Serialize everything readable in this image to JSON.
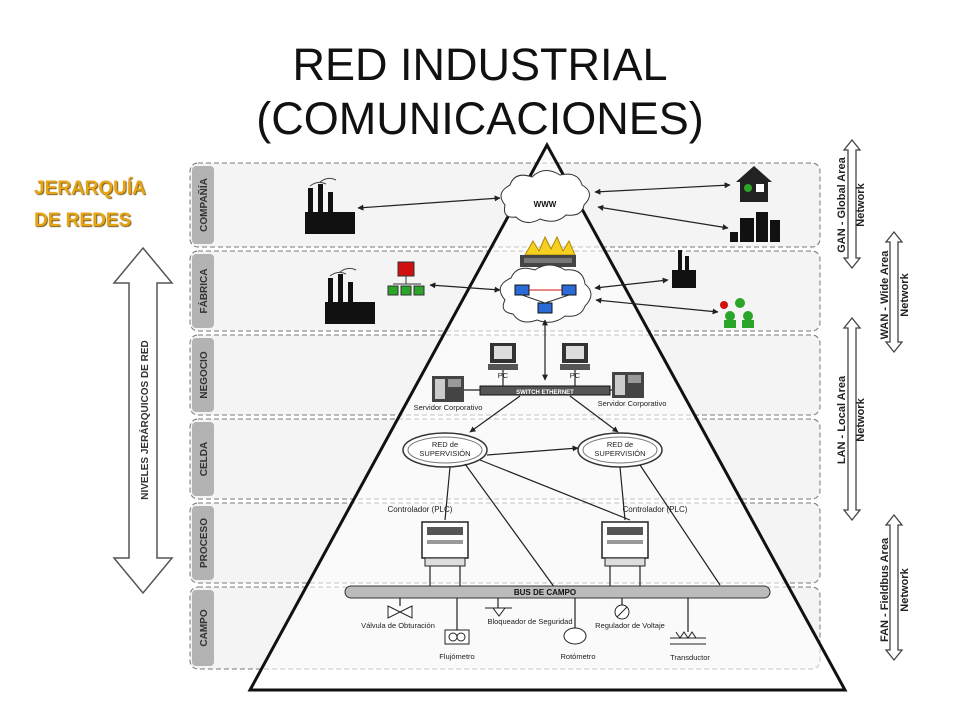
{
  "title": {
    "line1": "RED INDUSTRIAL",
    "line2": "(COMUNICACIONES)"
  },
  "side_label": {
    "line1": "JERARQUÍA",
    "line2": "DE REDES"
  },
  "vertical_axis_label": "NIVELES JERÁRQUICOS DE RED",
  "levels": [
    "COMPAÑÍA",
    "FÁBRICA",
    "NEGOCIO",
    "CELDA",
    "PROCESO",
    "CAMPO"
  ],
  "networks": {
    "gan": {
      "line1": "GAN - Global Area",
      "line2": "Network"
    },
    "wan": {
      "line1": "WAN - Wide Area",
      "line2": "Network"
    },
    "lan": {
      "line1": "LAN - Local Area",
      "line2": "Network"
    },
    "fan": {
      "line1": "FAN - Fieldbus Area",
      "line2": "Network"
    }
  },
  "nodes": {
    "www": "WWW",
    "pc1": "PC",
    "pc2": "PC",
    "switch": "SWITCH ETHERNET",
    "server_left": "Servidor Corporativo",
    "server_right": "Servidor Corporativo",
    "supervision_left": {
      "line1": "RED de",
      "line2": "SUPERVISIÓN"
    },
    "supervision_right": {
      "line1": "RED de",
      "line2": "SUPERVISIÓN"
    },
    "plc_left": "Controlador (PLC)",
    "plc_right": "Controlador (PLC)",
    "fieldbus": "BUS DE CAMPO",
    "valve": "Válvula de Obturación",
    "lock": "Bloqueador de Seguridad",
    "regulator": "Regulador de Voltaje",
    "flowmeter": "Flujómetro",
    "rotameter": "Rotómetro",
    "transducer": "Transductor"
  },
  "colors": {
    "accent_label": "#e8a417",
    "band_fill": "#f2f2f2",
    "level_tab": "#b3b3b3",
    "firewall": "#f5d020",
    "icon_red": "#d01010",
    "icon_green": "#2aa52a"
  }
}
